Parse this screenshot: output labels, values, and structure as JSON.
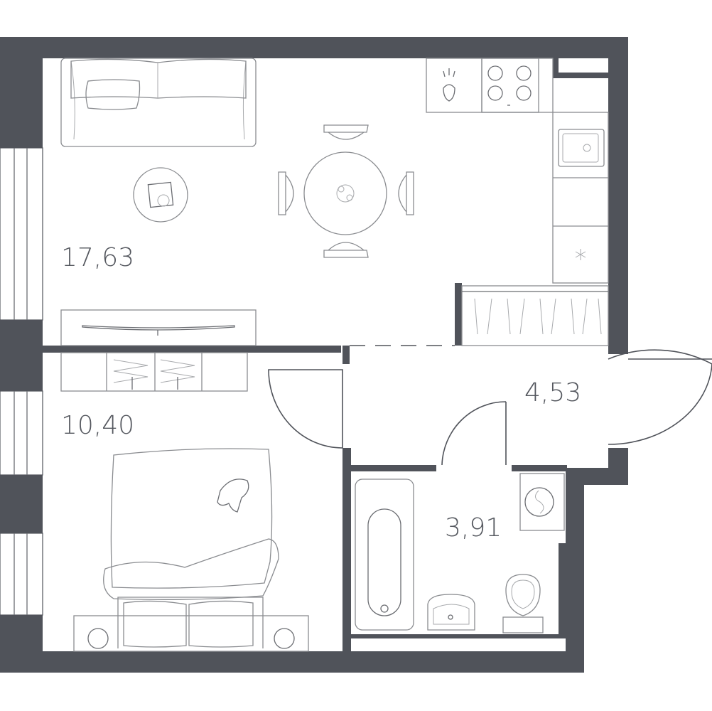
{
  "plan": {
    "wall_color": "#50535a",
    "rooms": [
      {
        "id": "living-kitchen",
        "area": "17,63"
      },
      {
        "id": "bedroom",
        "area": "10,40"
      },
      {
        "id": "hallway",
        "area": "4,53"
      },
      {
        "id": "bathroom",
        "area": "3,91"
      }
    ]
  }
}
